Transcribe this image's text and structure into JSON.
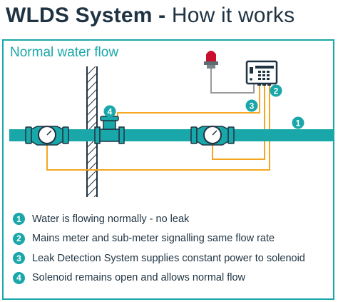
{
  "title": {
    "bold": "WLDS System",
    "separator": " - ",
    "light": "How it works"
  },
  "panel_label": "Normal water flow",
  "callouts": [
    "1",
    "2",
    "3",
    "4"
  ],
  "legend": [
    {
      "number": "1",
      "text": "Water is flowing normally - no leak"
    },
    {
      "number": "2",
      "text": "Mains meter and sub-meter signalling same flow rate"
    },
    {
      "number": "3",
      "text": "Leak Detection System supplies constant power to solenoid"
    },
    {
      "number": "4",
      "text": "Solenoid remains open and allows normal flow"
    }
  ],
  "colors": {
    "accent": "#1aa7a9",
    "wire": "#f5a623",
    "grey_wire": "#9a9a9a",
    "text": "#1f3342",
    "alarm": "#c8102e"
  }
}
